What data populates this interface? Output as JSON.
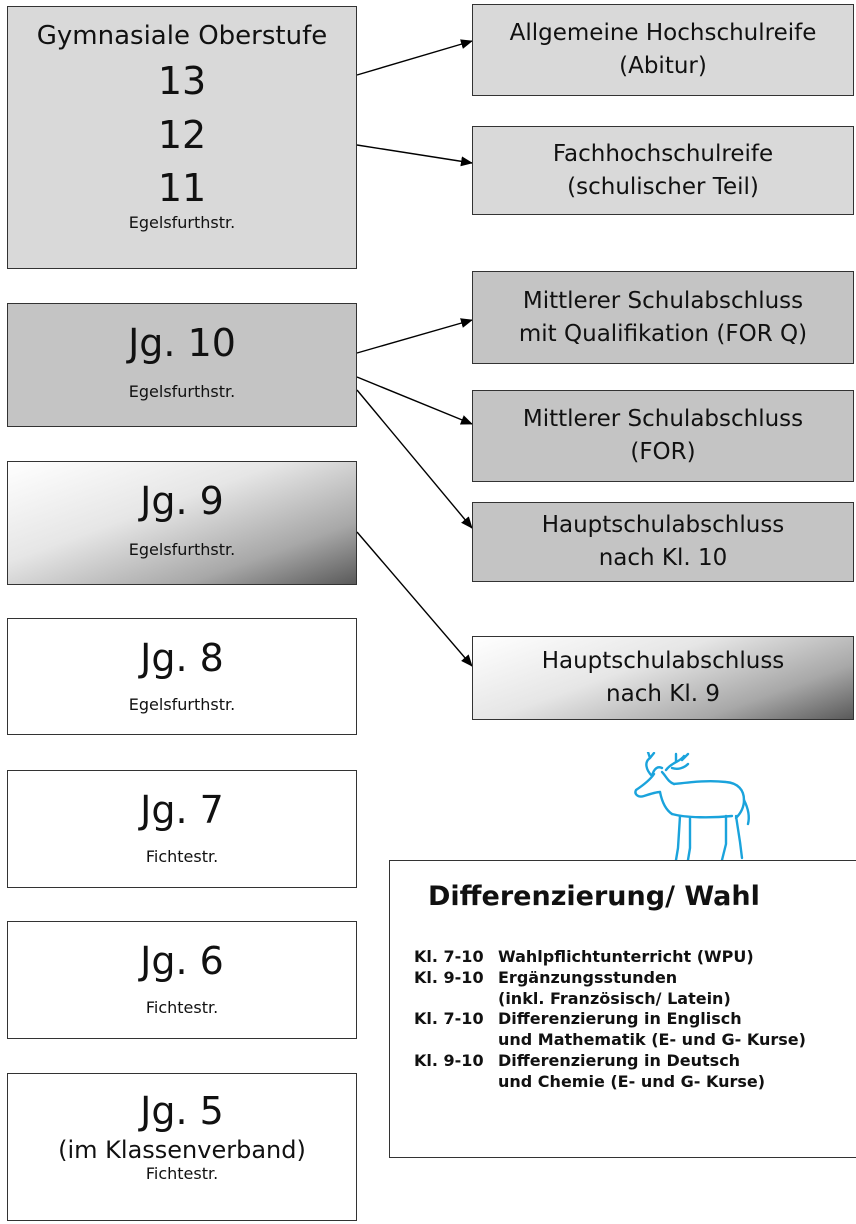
{
  "levels": {
    "oberstufe": {
      "title": "Gymnasiale Oberstufe",
      "grades": [
        "13",
        "12",
        "11"
      ],
      "location": "Egelsfurthstr."
    },
    "jg10": {
      "title": "Jg. 10",
      "location": "Egelsfurthstr."
    },
    "jg9": {
      "title": "Jg. 9",
      "location": "Egelsfurthstr."
    },
    "jg8": {
      "title": "Jg. 8",
      "location": "Egelsfurthstr."
    },
    "jg7": {
      "title": "Jg. 7",
      "location": "Fichtestr."
    },
    "jg6": {
      "title": "Jg. 6",
      "location": "Fichtestr."
    },
    "jg5": {
      "title": "Jg. 5",
      "note": "(im Klassenverband)",
      "location": "Fichtestr."
    }
  },
  "results": {
    "abitur": {
      "line1": "Allgemeine Hochschulreife",
      "line2": "(Abitur)"
    },
    "fachhochschulreife": {
      "line1": "Fachhochschulreife",
      "line2": "(schulischer Teil)"
    },
    "for_q": {
      "line1": "Mittlerer Schulabschluss",
      "line2": "mit Qualifikation (FOR Q)"
    },
    "for": {
      "line1": "Mittlerer Schulabschluss",
      "line2": "(FOR)"
    },
    "hs10": {
      "line1": "Hauptschulabschluss",
      "line2": "nach Kl. 10"
    },
    "hs9": {
      "line1": "Hauptschulabschluss",
      "line2": "nach Kl. 9"
    }
  },
  "differenzierung": {
    "title": "Differenzierung/ Wahl",
    "rows": [
      {
        "classes": "Kl. 7-10",
        "text": "Wahlpflichtunterricht (WPU)",
        "cont": ""
      },
      {
        "classes": "Kl. 9-10",
        "text": "Ergänzungsstunden",
        "cont": "(inkl. Französisch/ Latein)"
      },
      {
        "classes": "Kl. 7-10",
        "text": "Differenzierung in Englisch",
        "cont": "und Mathematik (E- und G- Kurse)"
      },
      {
        "classes": "Kl. 9-10",
        "text": "Differenzierung in Deutsch",
        "cont": "und Chemie (E- und G- Kurse)"
      }
    ]
  },
  "colors": {
    "logo": "#1aa3dc",
    "box_gray": "#d9d9d9",
    "box_dark": "#c4c4c4",
    "border": "#333333"
  },
  "icons": {
    "logo": "moose-icon"
  }
}
